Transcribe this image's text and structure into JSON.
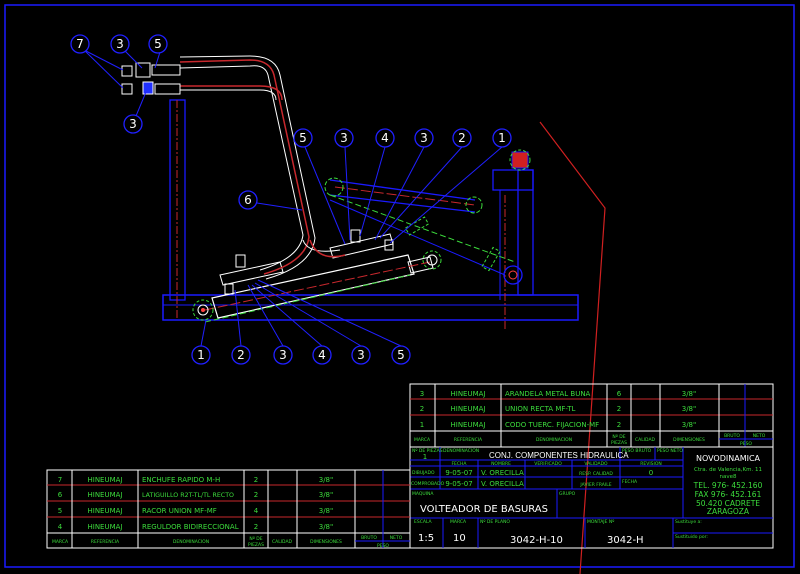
{
  "balloons": {
    "top_left": [
      "7",
      "3",
      "5",
      "3"
    ],
    "middle": [
      "6",
      "5",
      "3",
      "4",
      "3",
      "2",
      "1"
    ],
    "bottom": [
      "1",
      "2",
      "3",
      "4",
      "3",
      "5"
    ]
  },
  "parts_upper": {
    "rows": [
      {
        "marca": "3",
        "referencia": "HINEUMAJ",
        "denominacion": "ARANDELA METAL BUNA",
        "piezas": "6",
        "calidad": "",
        "dimensiones": "3/8\""
      },
      {
        "marca": "2",
        "referencia": "HINEUMAJ",
        "denominacion": "UNION RECTA MF-TL",
        "piezas": "2",
        "calidad": "",
        "dimensiones": "3/8\""
      },
      {
        "marca": "1",
        "referencia": "HINEUMAJ",
        "denominacion": "CODO TUERC. FIJACION-MF",
        "piezas": "2",
        "calidad": "",
        "dimensiones": "3/8\""
      }
    ]
  },
  "parts_lower": {
    "rows": [
      {
        "marca": "7",
        "referencia": "HINEUMAJ",
        "denominacion": "ENCHUFE RAPIDO M-H",
        "piezas": "2",
        "calidad": "",
        "dimensiones": "3/8\""
      },
      {
        "marca": "6",
        "referencia": "HINEUMAJ",
        "denominacion": "LATIGUILLO R2T-TL/TL RECTO",
        "piezas": "2",
        "calidad": "",
        "dimensiones": "3/8\""
      },
      {
        "marca": "5",
        "referencia": "HINEUMAJ",
        "denominacion": "RACOR UNION MF-MF",
        "piezas": "4",
        "calidad": "",
        "dimensiones": "3/8\""
      },
      {
        "marca": "4",
        "referencia": "HINEUMAJ",
        "denominacion": "REGULDOR BIDIRECCIONAL",
        "piezas": "2",
        "calidad": "",
        "dimensiones": "3/8\""
      }
    ]
  },
  "headers": {
    "marca": "MARCA",
    "referencia": "REFERENCIA",
    "denominacion": "DENOMINACION",
    "piezas_1": "Nº DE",
    "piezas_2": "PIEZAS",
    "calidad": "CALIDAD",
    "dimensiones": "DIMENSIONES",
    "bruto": "BRUTO",
    "neto": "NETO",
    "peso": "PESO"
  },
  "title_block": {
    "n_piezas_label": "Nº DE PIEZAS",
    "n_piezas": "1",
    "denominacion_label": "DENOMINACION",
    "denominacion": "CONJ. COMPONENTES HIDRAULICA",
    "peso_bruto_label": "PESO BRUTO",
    "peso_neto_label": "PESO NETO",
    "fecha_label": "FECHA",
    "nombre_label": "NOMBRE",
    "verificado_label": "VERIFICADO",
    "validado_label": "VALIDADO",
    "revision_label": "REVISION",
    "dibujado_label": "DIBUJADO",
    "dibujado_fecha": "9-05-07",
    "dibujado_nombre": "V. ORECILLA",
    "comprobado_label": "COMPROBADO",
    "comprobado_fecha": "9-05-07",
    "comprobado_nombre": "V. ORECILLA",
    "resp_calidad": "RESP. CALIDAD",
    "javier": "JAVIER FRAILE",
    "revision": "0",
    "fecha2_label": "FECHA",
    "maquina_label": "MAQUINA",
    "maquina": "VOLTEADOR DE BASURAS",
    "grupo_label": "GRUPO",
    "escala_label": "ESCALA",
    "escala": "1:5",
    "marca_label": "MARCA",
    "marca": "10",
    "plano_label": "Nº DE PLANO",
    "plano": "3042-H-10",
    "montaje_label": "MONTAJE Nº",
    "montaje": "3042-H",
    "sustituye_label": "Sustituye a:",
    "sustituido_label": "Sustituido por:",
    "company": "NOVODINAMICA",
    "address_1": "Ctra. de Valencia,Km. 11",
    "address_2": "nave8",
    "tel": "TEL. 976- 452.160",
    "fax": "FAX 976- 452.161",
    "city": "50.420 CADRETE",
    "province": "ZARAGOZA"
  }
}
